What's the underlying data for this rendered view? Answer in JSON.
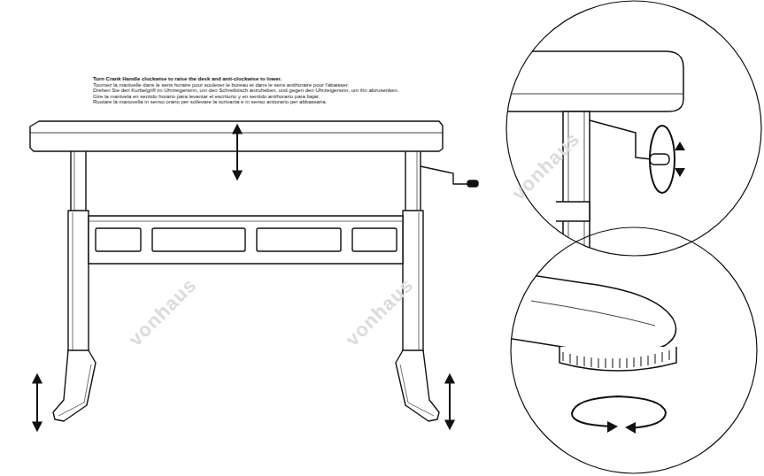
{
  "diagram": {
    "labels": [
      "Turn Crank Handle clockwise to raise the desk and anti-clockwise to lower.",
      "Tournez la manivelle dans le sens horaire pour soulever le bureau et dans le sens antihoraire pour l'abaisser.",
      "Drehen Sie den Kurbelgriff im Uhrzeigersinn, um den Schreibtisch anzuheben, und gegen den Uhrzeigersinn, um ihn abzusenken.",
      "Gire la manivela en sentido horario para levantar el escritorio y en sentido antihorario para bajar.",
      "Ruotare la manovella in senso orario per sollevare la scrivania e in senso antiorario per abbassaria.",
      "vonhaus",
      "vonhaus",
      "vonhaus"
    ]
  }
}
